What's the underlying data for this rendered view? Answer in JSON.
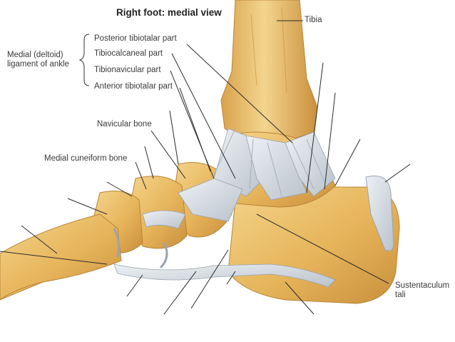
{
  "title": "Right foot: medial view",
  "labels": {
    "tibia": "Tibia",
    "group_line1": "Medial (deltoid)",
    "group_line2": "ligament of ankle",
    "posterior_tibiotalar": "Posterior tibiotalar part",
    "tibiocalcaneal": "Tibiocalcaneal part",
    "tibionavicular": "Tibionavicular part",
    "anterior_tibiotalar": "Anterior tibiotalar part",
    "navicular": "Navicular bone",
    "medial_cuneiform": "Medial cuneiform bone",
    "sustentaculum_line1": "Sustentaculum",
    "sustentaculum_line2": "tali"
  },
  "colors": {
    "bone": "#e8b960",
    "bone_light": "#f3d488",
    "bone_dark": "#c48d3a",
    "ligament": "#c9d0d8",
    "ligament_light": "#e6eaee",
    "leader": "#2b2b2b"
  }
}
